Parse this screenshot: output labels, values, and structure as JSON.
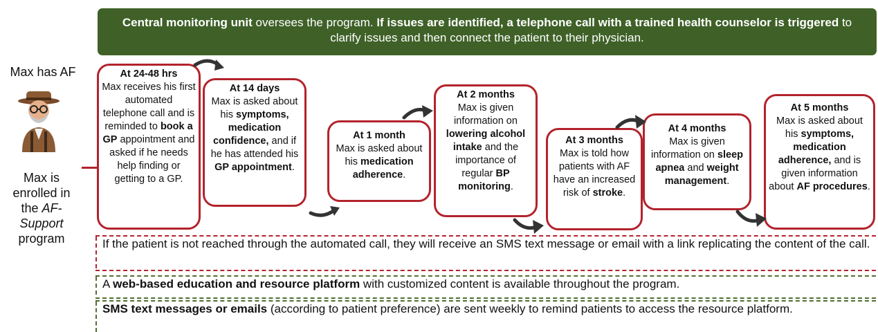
{
  "banner": {
    "part1_bold": "Central monitoring unit",
    "part2": " oversees the program. ",
    "part3_bold": "If issues are identified, a telephone call with a trained health counselor is triggered",
    "part4": " to clarify issues and then connect the patient to their physician."
  },
  "left": {
    "title": "Max has AF",
    "enrolled_1": "Max is",
    "enrolled_2": "enrolled in",
    "enrolled_3": "the ",
    "enrolled_italic": "AF-Support",
    "enrolled_4": " program"
  },
  "stages": [
    {
      "header": "At 24-48 hrs",
      "t1": "Max receives his first automated telephone call and is reminded to ",
      "b1": "book a GP",
      "t2": " appointment and asked if he needs help finding or getting to a GP."
    },
    {
      "header": "At 14 days",
      "t1": "Max is asked about his ",
      "b1": "symptoms, medication confidence,",
      "t2": " and if he has attended his ",
      "b2": "GP appointment",
      "t3": "."
    },
    {
      "header": "At 1 month",
      "t1": "Max is asked about his ",
      "b1": "medication adherence",
      "t2": "."
    },
    {
      "header": "At 2 months",
      "t1": "Max is given information on ",
      "b1": "lowering alcohol intake",
      "t2": " and the importance of regular ",
      "b2": "BP monitoring",
      "t3": "."
    },
    {
      "header": "At 3 months",
      "t1": "Max is told how patients with AF have an increased risk of ",
      "b1": "stroke",
      "t2": "."
    },
    {
      "header": "At 4 months",
      "t1": "Max is given information on ",
      "b1": "sleep apnea",
      "t2": " and ",
      "b2": "weight management",
      "t3": "."
    },
    {
      "header": "At 5 months",
      "t1": "Max is asked about his ",
      "b1": "symptoms, medication adherence,",
      "t2": " and is given information about ",
      "b2": "AF procedures",
      "t3": "."
    }
  ],
  "notes": {
    "sms_fallback": "If the patient is not reached through the automated call, they will receive an SMS text message or email with a link replicating the content of the call.",
    "web_bold": "web-based education and resource platform",
    "web_pre": "A ",
    "web_post": " with customized content is available throughout the program.",
    "sms_bold": "SMS text messages or emails",
    "sms_post": " (according to patient preference) are sent weekly to remind patients to access the resource platform."
  },
  "colors": {
    "banner_green": "#3f6128",
    "stage_red": "#b3232c",
    "dash_green": "#4f6f30"
  },
  "icons": {
    "avatar": "elderly-man-avatar-icon"
  }
}
